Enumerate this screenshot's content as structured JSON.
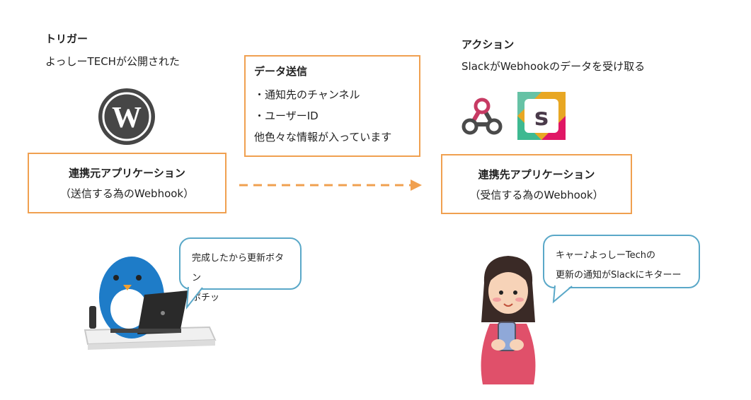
{
  "trigger": {
    "title": "トリガー",
    "desc": "よっしーTECHが公開された"
  },
  "data_send": {
    "title": "データ送信",
    "lines": [
      "・通知先のチャンネル",
      "・ユーザーID",
      "他色々な情報が入っています"
    ]
  },
  "action": {
    "title": "アクション",
    "desc": "SlackがWebhookのデータを受け取る"
  },
  "source_app": {
    "title": "連携元アプリケーション",
    "sub": "（送信する為のWebhook）"
  },
  "dest_app": {
    "title": "連携先アプリケーション",
    "sub": "（受信する為のWebhook）"
  },
  "bubble_left": {
    "lines": [
      "完成したから更新ボタン",
      "ポチッ"
    ]
  },
  "bubble_right": {
    "lines": [
      "キャー♪よっしーTechの",
      "更新の通知がSlackにキターー"
    ]
  },
  "icons": {
    "wordpress": "wordpress-logo-icon",
    "webhook": "webhook-logo-icon",
    "slack": "slack-logo-icon"
  },
  "colors": {
    "accent_orange": "#f0a050",
    "bubble_blue": "#5aa8c8",
    "wordpress_gray": "#464646"
  }
}
